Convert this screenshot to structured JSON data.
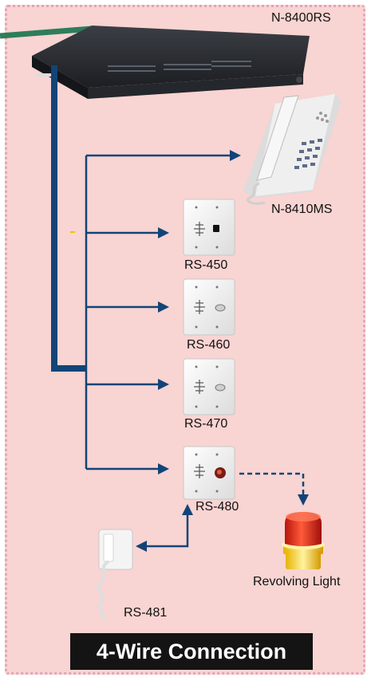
{
  "devices": {
    "main_unit": {
      "label": "N-8400RS"
    },
    "master_station": {
      "label": "N-8410MS"
    },
    "sub_stations": [
      {
        "label": "RS-450"
      },
      {
        "label": "RS-460"
      },
      {
        "label": "RS-470"
      },
      {
        "label": "RS-480"
      }
    ],
    "handset": {
      "label": "RS-481"
    },
    "revolving_light": {
      "label": "Revolving Light"
    }
  },
  "title": "4-Wire Connection",
  "colors": {
    "background": "#f8d4d2",
    "border": "#e7a3b4",
    "line": "#124478",
    "network_cable": "#2e7d5a",
    "title_bg": "#141414"
  }
}
